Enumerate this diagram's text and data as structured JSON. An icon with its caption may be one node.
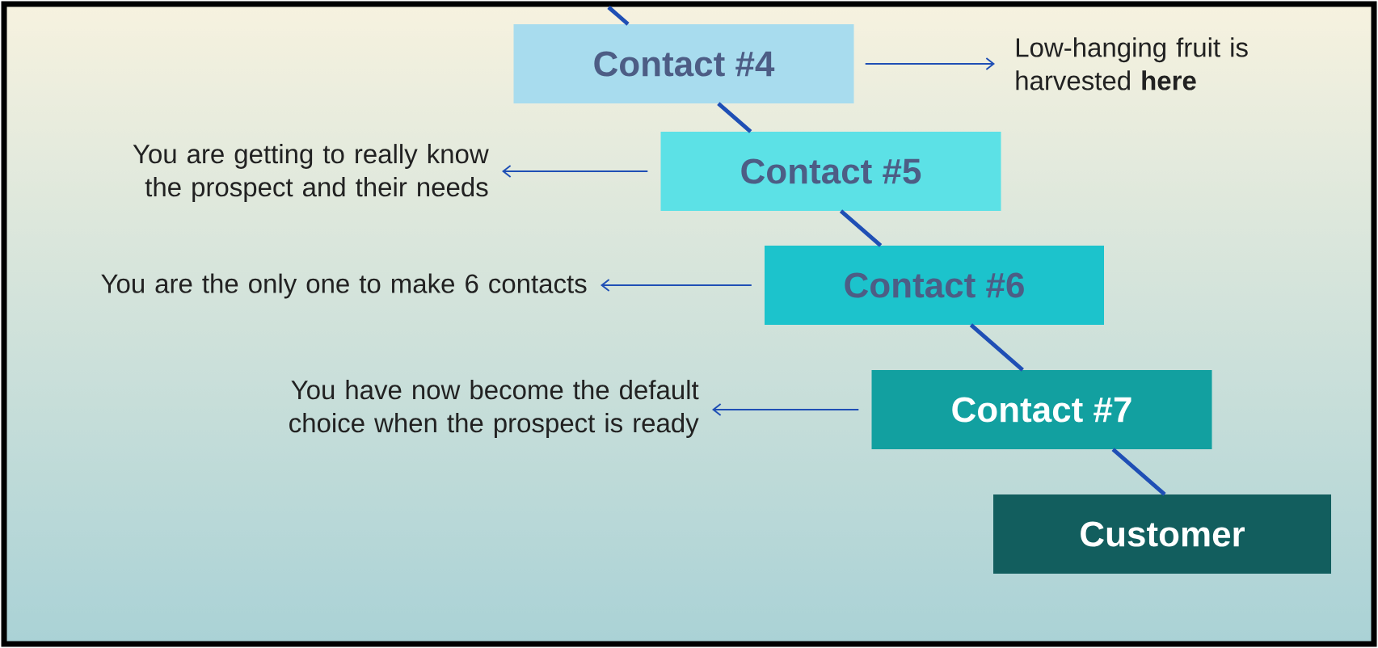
{
  "diagram": {
    "nodes": [
      {
        "text": [
          "Contact #4"
        ]
      },
      {
        "text": [
          "Low-hanging fruit is harvested **here**"
        ]
      },
      {
        "text": [
          "You are getting to really know the prospect and their needs"
        ]
      },
      {
        "text": [
          "Contact #5"
        ]
      },
      {
        "text": [
          "You are the only one to make 6 contacts"
        ]
      },
      {
        "text": [
          "Contact #6"
        ]
      },
      {
        "text": [
          "You have now become the default choice when the prospect is ready"
        ]
      },
      {
        "text": [
          "Contact #7"
        ]
      },
      {
        "text": [
          "Customer"
        ]
      }
    ],
    "edges": [
      {
        "from": null,
        "to": 0,
        "arrow": "none"
      },
      {
        "from": 0,
        "to": 3,
        "arrow": "none"
      },
      {
        "from": 3,
        "to": 5,
        "arrow": "none"
      },
      {
        "from": 5,
        "to": 7,
        "arrow": "none"
      },
      {
        "from": 7,
        "to": 8,
        "arrow": "none"
      },
      {
        "from": 0,
        "to": 1,
        "arrow": "to"
      },
      {
        "from": 3,
        "to": 2,
        "arrow": "to"
      },
      {
        "from": 5,
        "to": 4,
        "arrow": "to"
      },
      {
        "from": 7,
        "to": 6,
        "arrow": "to"
      }
    ]
  }
}
